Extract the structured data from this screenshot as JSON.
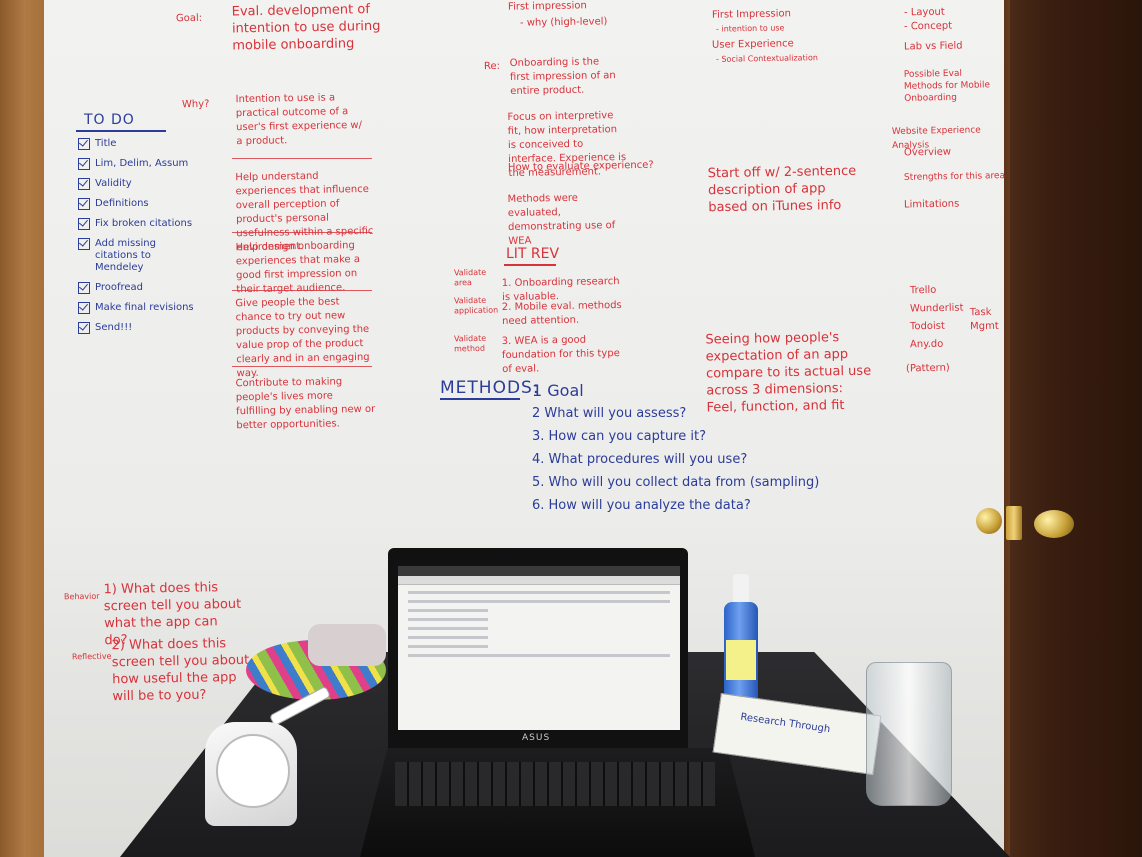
{
  "todo": {
    "title": "TO DO",
    "items": [
      "Title",
      "Lim, Delim, Assum",
      "Validity",
      "Definitions",
      "Fix broken citations",
      "Add missing citations to Mendeley",
      "Proofread",
      "Make final revisions",
      "Send!!!"
    ]
  },
  "goal_label": "Goal:",
  "goal_text": "Eval. development of intention to use during mobile onboarding",
  "why_label": "Why?",
  "why_chain": [
    "Intention to use is a practical outcome of a user's first experience w/ a product.",
    "Help understand experiences that influence overall perception of product's personal usefulness within a specific environment.",
    "Help design onboarding experiences that make a good first impression on their target audience.",
    "Give people the best chance to try out new products by conveying the value prop of the product clearly and in an engaging way.",
    "Contribute to making people's lives more fulfilling by enabling new or better opportunities."
  ],
  "center_top": {
    "line1": "First impression",
    "line2": "- why (high-level)",
    "re_label": "Re:",
    "re_text": "Onboarding is the first impression of an entire product.",
    "focus": "Focus on interpretive fit, how interpretation is conceived to interface. Experience is the measurement.",
    "evaluate": "How to evaluate experience?",
    "methods_eval": "Methods were evaluated, demonstrating use of WEA"
  },
  "litrev": {
    "title": "LIT REV",
    "items": [
      {
        "side": "Validate area",
        "text": "1. Onboarding research is valuable."
      },
      {
        "side": "Validate application",
        "text": "2. Mobile eval. methods need attention."
      },
      {
        "side": "Validate method",
        "text": "3. WEA is a good foundation for this type of eval."
      }
    ]
  },
  "methods": {
    "title": "METHODS:",
    "items": [
      "1 Goal",
      "2 What will you assess?",
      "3. How can you capture it?",
      "4. What procedures will you use?",
      "5. Who will you collect data from (sampling)",
      "6. How will you analyze the data?"
    ]
  },
  "right_col": {
    "first_impression": "First Impression",
    "first_sub": "- intention to use",
    "user_exp": "User Experience",
    "user_sub": "- Social Contextualization",
    "start_off": "Start off w/ 2-sentence description of app based on iTunes info",
    "seeing": "Seeing how people's expectation of an app compare to its actual use across 3 dimensions: Feel, function, and fit"
  },
  "far_right": {
    "layout": "- Layout",
    "concept": "- Concept",
    "lab_field": "Lab vs Field",
    "possible": "Possible Eval Methods for Mobile Onboarding",
    "website": "Website Experience Analysis",
    "overview": "Overview",
    "strengths": "Strengths for this area",
    "limitations": "Limitations",
    "tools": [
      "Trello",
      "Wunderlist",
      "Todoist",
      "Any.do"
    ],
    "pattern": "(Pattern)",
    "task_mgmt": "Task Mgmt"
  },
  "bottom_left": {
    "q1_side": "Behavior",
    "q1": "1) What does this screen tell you about what the app can do?",
    "q2_side": "Reflective",
    "q2": "2) What does this screen tell you about how useful the app will be to you?"
  },
  "laptop": {
    "brand": "ASUS"
  },
  "book": {
    "title": "Research Through"
  },
  "colors": {
    "red_marker": "#d8323a",
    "blue_marker": "#2b3c9a",
    "wall": "#eeeeec",
    "door": "#3a1e10"
  }
}
